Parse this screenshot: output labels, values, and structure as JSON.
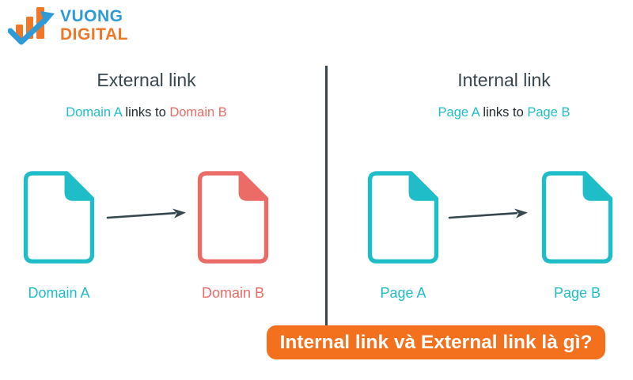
{
  "logo": {
    "line1": "VUONG",
    "line2": "DIGITAL"
  },
  "left_section": {
    "title": "External link",
    "subtitle_source": "Domain A",
    "subtitle_middle": " links to ",
    "subtitle_target": "Domain B",
    "doc_a_label": "Domain A",
    "doc_b_label": "Domain B"
  },
  "right_section": {
    "title": "Internal link",
    "subtitle_source": "Page A",
    "subtitle_middle": " links to ",
    "subtitle_target": "Page B",
    "doc_a_label": "Page A",
    "doc_b_label": "Page B"
  },
  "banner": {
    "text": "Internal link và External link là gì?"
  },
  "icons": [
    "logo-chart-arrow-icon",
    "document-icon",
    "arrow-right-icon"
  ],
  "colors": {
    "teal": "#1fbdc8",
    "coral": "#eb6b66",
    "dark": "#37474f",
    "orange": "#f3701d",
    "logo-blue": "#2e9bd6",
    "logo-orange": "#f07728"
  }
}
